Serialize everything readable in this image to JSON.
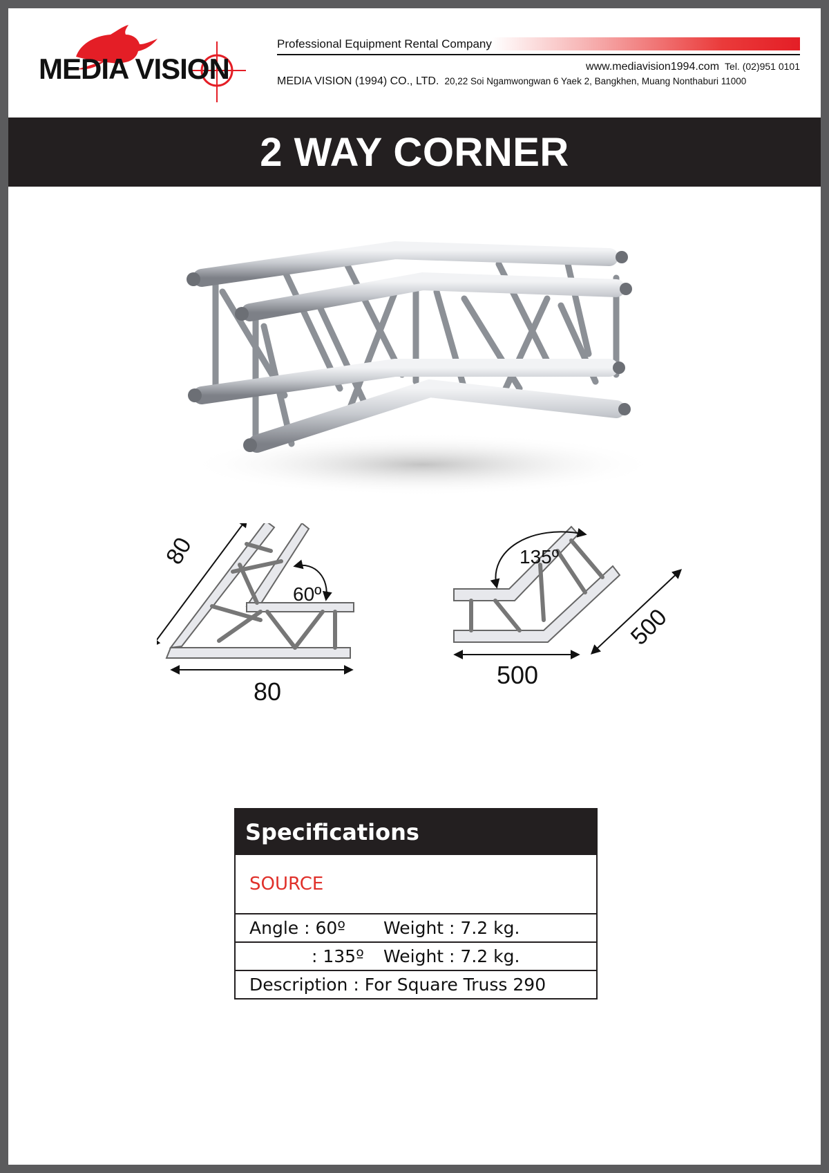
{
  "header": {
    "brand": "MEDIA VISION",
    "tagline": "Professional Equipment Rental Company",
    "website": "www.mediavision1994.com",
    "tel": "Tel. (02)951 0101",
    "company": "MEDIA VISION (1994) CO., LTD.",
    "address": "20,22 Soi Ngamwongwan 6 Yaek 2, Bangkhen, Muang Nonthaburi 11000"
  },
  "title": "2 WAY CORNER",
  "diagram_left": {
    "dim_a": "80",
    "dim_b": "80",
    "angle": "60º"
  },
  "diagram_right": {
    "dim_a": "500",
    "dim_b": "500",
    "angle": "135º"
  },
  "specs": {
    "heading": "Specifications",
    "source": "SOURCE",
    "row1_label": "Angle : 60º",
    "row1_weight": "Weight : 7.2 kg.",
    "row2_label": ": 135º",
    "row2_weight": "Weight : 7.2 kg.",
    "row3": "Description : For Square Truss 290"
  },
  "colors": {
    "brand_red": "#e41e26",
    "band": "#231f20",
    "source_red": "#e0302a"
  }
}
